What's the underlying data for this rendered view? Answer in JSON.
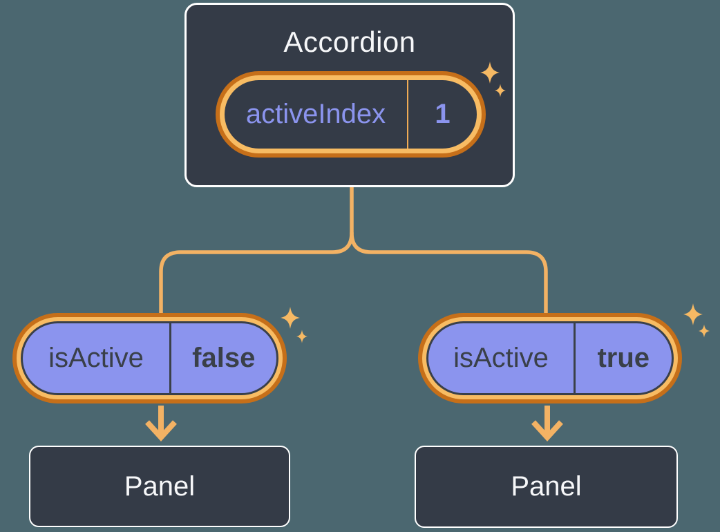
{
  "accordion": {
    "title": "Accordion",
    "state": {
      "name": "activeIndex",
      "value": "1"
    }
  },
  "children": [
    {
      "prop_name": "isActive",
      "prop_value": "false",
      "panel_label": "Panel"
    },
    {
      "prop_name": "isActive",
      "prop_value": "true",
      "panel_label": "Panel"
    }
  ],
  "icons": {
    "sparkles": "sparkles-icon (✦✧ four-point stars)",
    "arrow_down": "arrow-down-icon (↓)",
    "connector": "tree-branch lines from Accordion to both pills"
  },
  "colors": {
    "background": "#4b6770",
    "box_fill": "#343b47",
    "box_border": "#ffffff",
    "text_light": "#f6f7f9",
    "accent_purple_text": "#8b94ee",
    "pill_purple_fill": "#8b94ee",
    "text_dark": "#3a4049",
    "orange_ring_dark": "#c66f19",
    "orange_ring_light": "#f8bc63",
    "orange_line": "#f3b264"
  }
}
